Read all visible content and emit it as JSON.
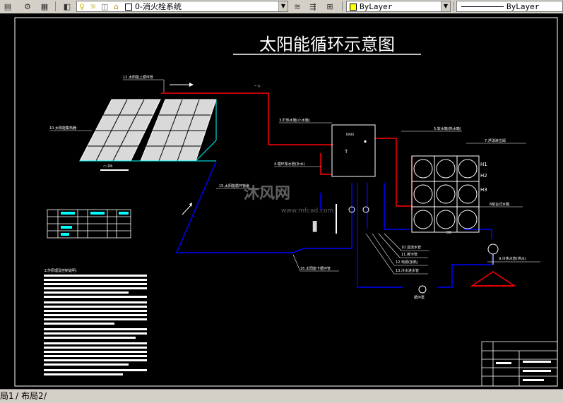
{
  "toolbar": {
    "layer_name": "0-消火栓系统",
    "color_value": "ByLayer",
    "linetype_value": "ByLayer"
  },
  "drawing": {
    "title": "太阳能循环示意图",
    "watermark_text": "沐风网",
    "watermark_url": "www.mfcad.com",
    "labels": {
      "collector": "10.太阳能集热器",
      "supply_pipe": "12.太阳能上循环管",
      "tank_hot": "3.贮热水箱(小水箱)",
      "feed_pipe": "4.循环泵水管(补水)",
      "cold_tank": "5.软水箱(热水箱)",
      "float": "7.浮球液位阀",
      "aux_tank": "6组合式水箱",
      "return_pipe": "16.太阳能下循环管",
      "lower_pipe": "15.太阳能循环管道",
      "overflow": "10.溢流水管",
      "drain": "11.排污管",
      "power": "12.电源(加热)",
      "cold_in": "13.冷水进水管",
      "tap_pipe": "9.冷热水管(供水)",
      "pump": "循环泵",
      "h1": "H1",
      "h2": "H2",
      "h3": "H3",
      "notes_title": "工作原理及控制说明："
    }
  },
  "tabs": {
    "layout1": "局1",
    "layout2": "布局2"
  }
}
